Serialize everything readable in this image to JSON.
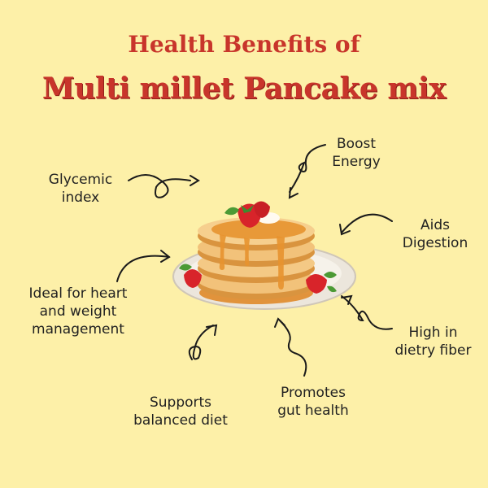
{
  "title": {
    "line1": "Health Benefits of",
    "line2": "Multi millet Pancake mix"
  },
  "benefits": [
    {
      "lines": [
        "Glycemic",
        "index"
      ]
    },
    {
      "lines": [
        "Boost",
        "Energy"
      ]
    },
    {
      "lines": [
        "Aids",
        "Digestion"
      ]
    },
    {
      "lines": [
        "Ideal for heart",
        "and weight",
        "management"
      ]
    },
    {
      "lines": [
        "High in",
        "dietry fiber"
      ]
    },
    {
      "lines": [
        "Supports",
        "balanced diet"
      ]
    },
    {
      "lines": [
        "Promotes",
        "gut health"
      ]
    }
  ],
  "colors": {
    "background": "#fdf0a8",
    "title": "#c8352b",
    "pancake": "#f2c27a",
    "syrup": "#e08a2a",
    "strawberry": "#d8242a"
  }
}
